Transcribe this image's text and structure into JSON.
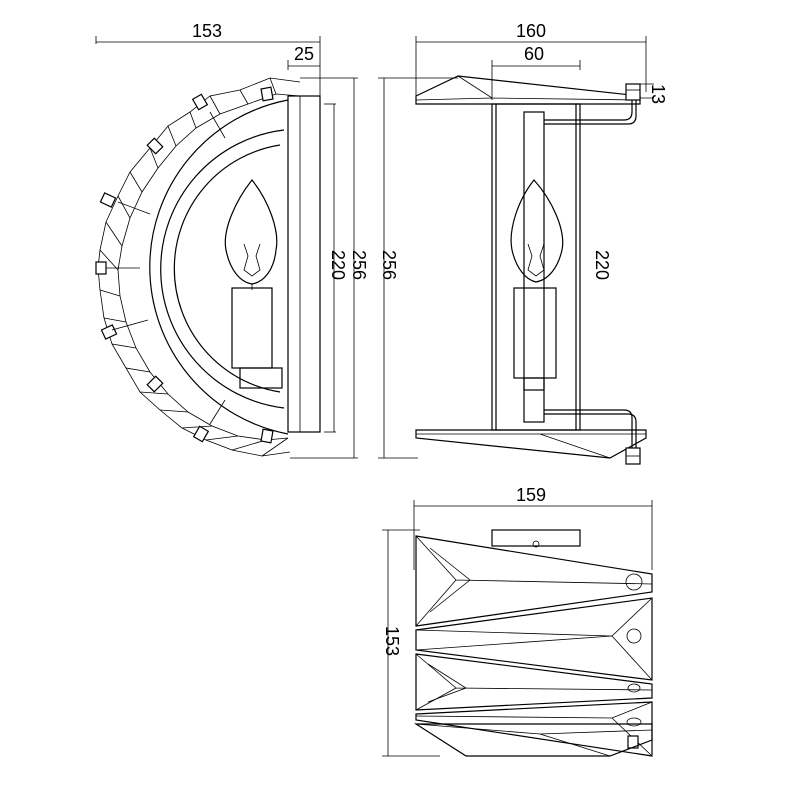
{
  "drawing": {
    "dims": {
      "front_width": "153",
      "front_depth": "25",
      "front_outer_height": "256",
      "front_inner_height": "220",
      "side_width": "160",
      "side_inner_width": "60",
      "side_plate_thickness": "13",
      "side_outer_height": "256",
      "side_inner_height": "220",
      "top_width": "159",
      "top_height": "153"
    }
  }
}
